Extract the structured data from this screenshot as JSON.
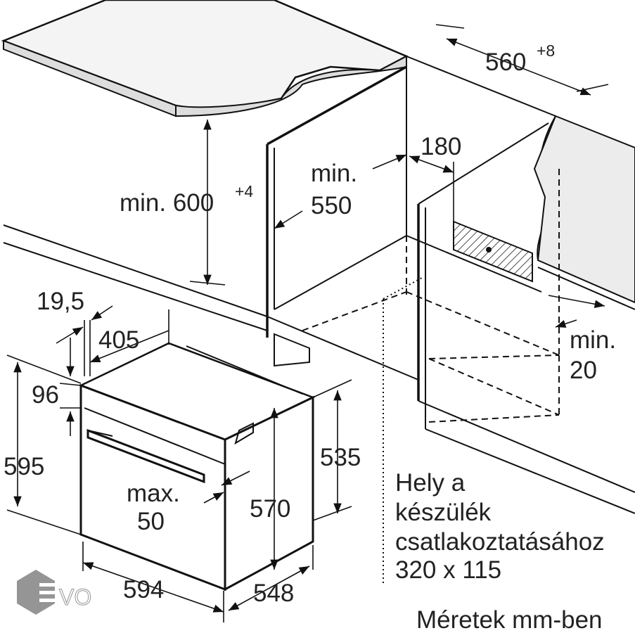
{
  "dimensions": {
    "niche_width": "560",
    "niche_width_tol": "+8",
    "niche_height_prefix": "min. 600",
    "niche_height_tol": "+4",
    "depth_min_line1": "min.",
    "depth_min_line2": "550",
    "vent": "180",
    "gap_line1": "min.",
    "gap_line2": "20",
    "front_offset": "19,5",
    "handle_depth": "405",
    "top_offset": "96",
    "front_height": "595",
    "body_height": "535",
    "inner_height": "570",
    "handle_line1": "max.",
    "handle_line2": "50",
    "width": "594",
    "depth": "548"
  },
  "connection_note": {
    "line1": "Hely a",
    "line2": "készülék",
    "line3": "csatlakoztatásához",
    "line4": "320 x 115"
  },
  "units_note": "Méretek mm-ben",
  "logo": {
    "text": "EVO",
    "color": "#8a8a8a"
  }
}
